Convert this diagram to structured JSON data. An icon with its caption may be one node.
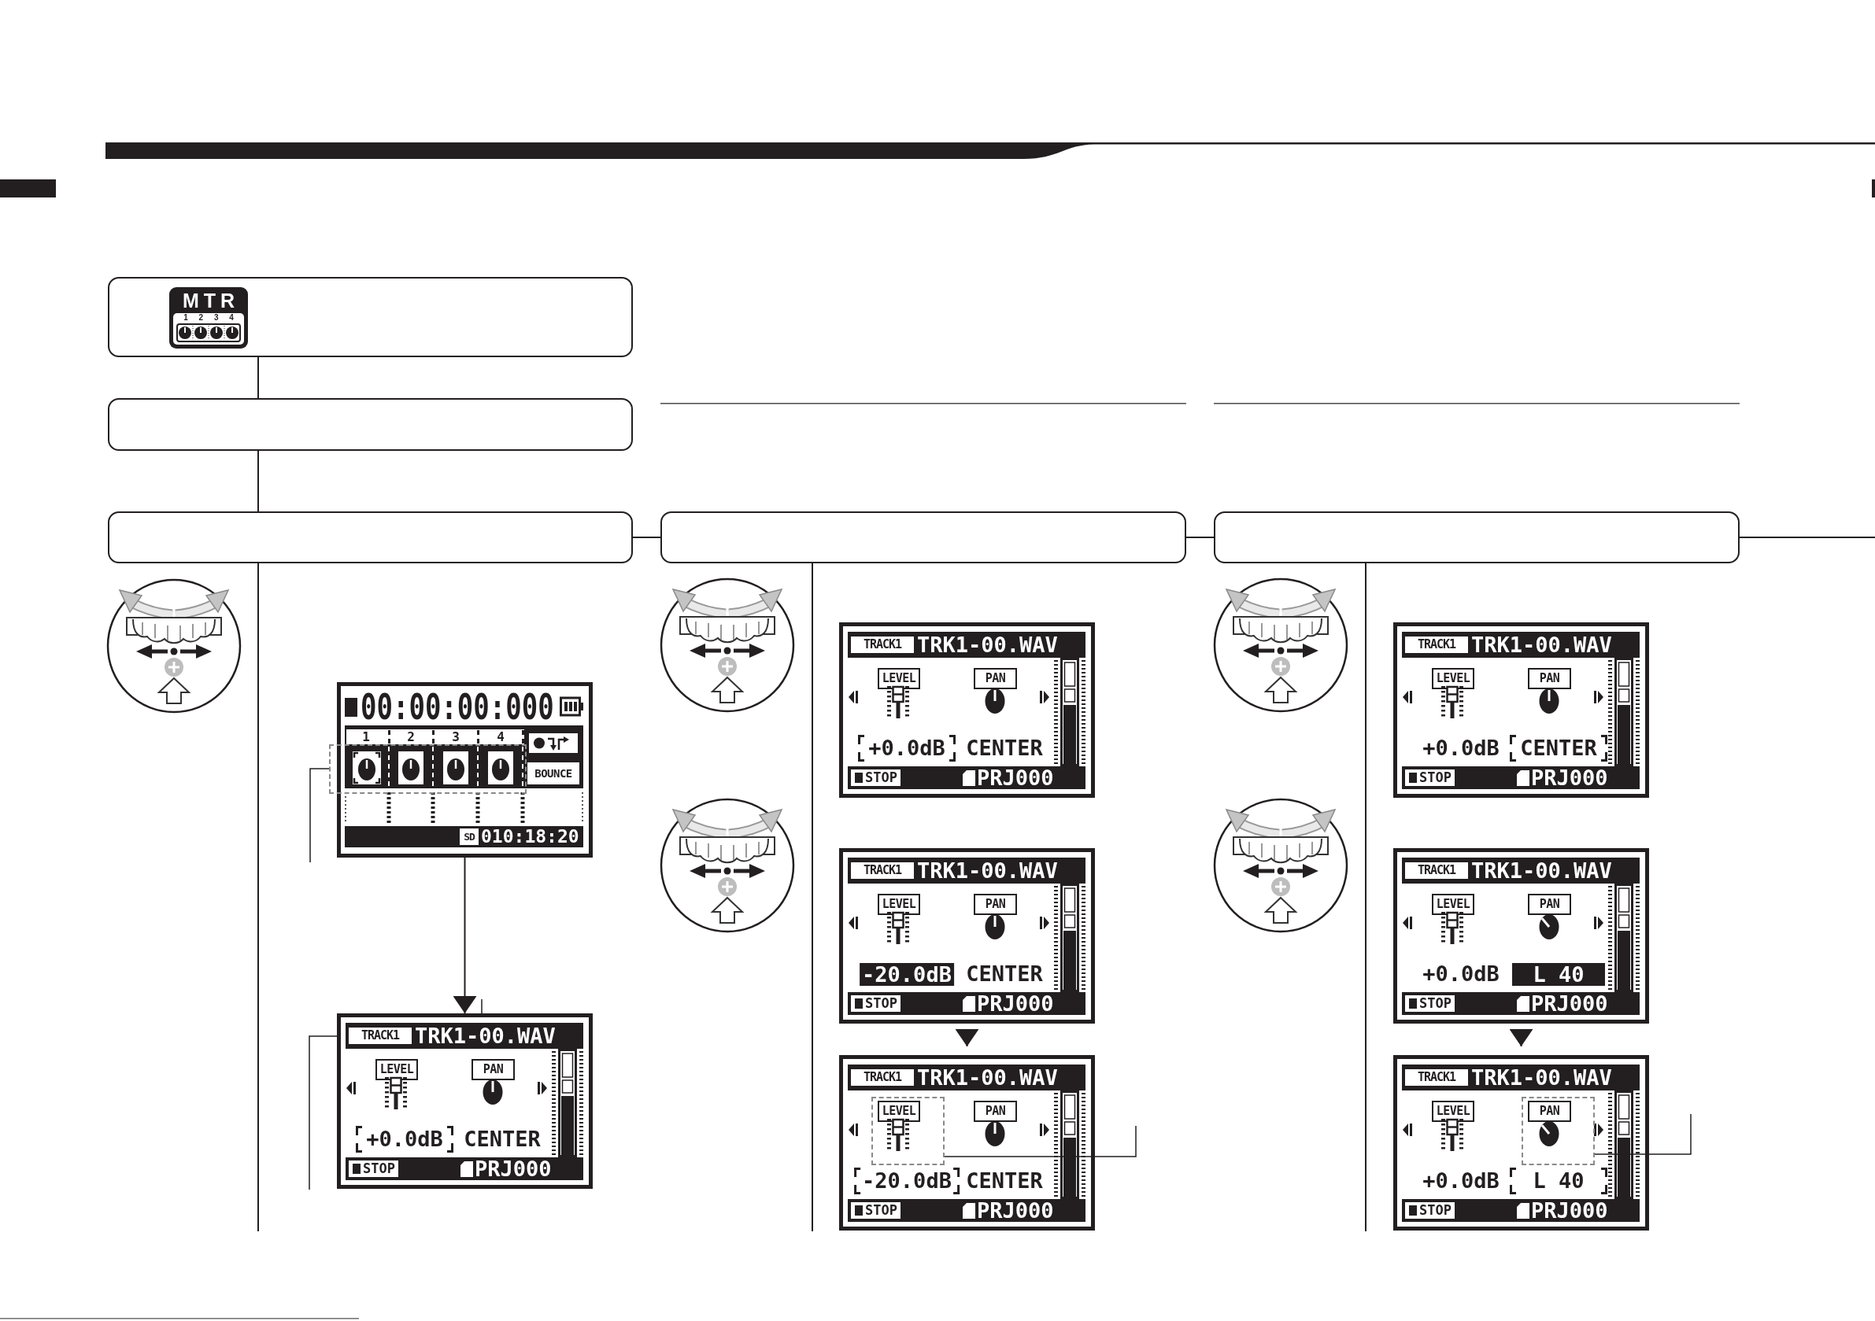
{
  "diagram": {
    "nodes": [
      {
        "text": [
          "MTR",
          "1 2 3 4"
        ]
      },
      {
        "text": [],
        "shape": "box"
      },
      {
        "text": [],
        "shape": "box"
      },
      {
        "text": [],
        "shape": "box"
      },
      {
        "text": [],
        "shape": "box"
      },
      {
        "text": [
          "00:00:00:000",
          "1",
          "2",
          "3",
          "4",
          "BOUNCE",
          "SD",
          "010:18:20"
        ]
      },
      {
        "text": [],
        "shape": "box",
        "in": 5
      },
      {
        "text": [
          "TRACK1",
          "TRK1-00.WAV",
          "LEVEL",
          "PAN",
          "+0.0dB",
          "CENTER",
          "STOP",
          "PRJ000"
        ]
      },
      {
        "text": [
          "TRACK1",
          "TRK1-00.WAV",
          "LEVEL",
          "PAN",
          "+0.0dB",
          "CENTER",
          "STOP",
          "PRJ000"
        ]
      },
      {
        "text": [
          "TRACK1",
          "TRK1-00.WAV",
          "LEVEL",
          "PAN",
          "-20.0dB",
          "CENTER",
          "STOP",
          "PRJ000"
        ]
      },
      {
        "text": [
          "TRACK1",
          "TRK1-00.WAV",
          "PAN",
          "-20.0dB",
          "CENTER",
          "STOP",
          "PRJ000"
        ]
      },
      {
        "text": [
          "LEVEL"
        ],
        "in": 10
      },
      {
        "text": [
          "TRACK1",
          "TRK1-00.WAV",
          "LEVEL",
          "PAN",
          "+0.0dB",
          "CENTER",
          "STOP",
          "PRJ000"
        ]
      },
      {
        "text": [
          "TRACK1",
          "TRK1-00.WAV",
          "LEVEL",
          "PAN",
          "+0.0dB",
          "L 40",
          "STOP",
          "PRJ000"
        ]
      },
      {
        "text": [
          "TRACK1",
          "TRK1-00.WAV",
          "LEVEL",
          "+0.0dB",
          "L 40",
          "STOP",
          "PRJ000"
        ]
      },
      {
        "text": [
          "PAN"
        ],
        "in": 14
      }
    ],
    "edges": [
      {
        "from": 0,
        "to": 1,
        "arrow": "none"
      },
      {
        "from": 1,
        "to": 2,
        "arrow": "none"
      },
      {
        "from": 2,
        "to": 3,
        "arrow": "none"
      },
      {
        "from": 3,
        "to": 4,
        "arrow": "none"
      },
      {
        "from": 4,
        "to": null,
        "arrow": "none"
      },
      {
        "from": 2,
        "to": null,
        "arrow": "none"
      },
      {
        "from": 3,
        "to": null,
        "arrow": "none"
      },
      {
        "from": 4,
        "to": null,
        "arrow": "none"
      },
      {
        "from": 5,
        "to": 7,
        "arrow": "to"
      },
      {
        "from": 9,
        "to": 10,
        "arrow": "to"
      },
      {
        "from": 13,
        "to": 14,
        "arrow": "to"
      },
      {
        "from": null,
        "to": 6,
        "arrow": "none"
      },
      {
        "from": null,
        "to": 7,
        "arrow": "none"
      },
      {
        "from": null,
        "to": 7,
        "arrow": "none"
      },
      {
        "from": null,
        "to": 11,
        "arrow": "none"
      },
      {
        "from": null,
        "to": 15,
        "arrow": "none"
      }
    ]
  }
}
